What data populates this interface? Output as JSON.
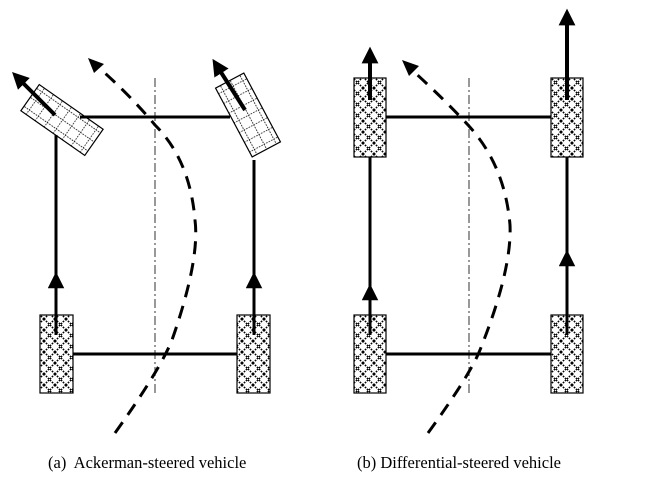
{
  "figure": {
    "panels": [
      {
        "id": "a",
        "caption": "(a)  Ackerman-steered vehicle",
        "steering_type": "ackerman",
        "wheels": [
          {
            "position": "front-left",
            "steered": true
          },
          {
            "position": "front-right",
            "steered": true
          },
          {
            "position": "rear-left",
            "steered": false
          },
          {
            "position": "rear-right",
            "steered": false
          }
        ],
        "path_direction": "turning-left"
      },
      {
        "id": "b",
        "caption": "(b) Differential-steered vehicle",
        "steering_type": "differential",
        "wheels": [
          {
            "position": "front-left",
            "steered": false
          },
          {
            "position": "front-right",
            "steered": false
          },
          {
            "position": "rear-left",
            "steered": false
          },
          {
            "position": "rear-right",
            "steered": false
          }
        ],
        "path_direction": "turning-left"
      }
    ],
    "colors": {
      "ink": "#000000",
      "centerline": "#555555",
      "background": "#ffffff"
    }
  }
}
